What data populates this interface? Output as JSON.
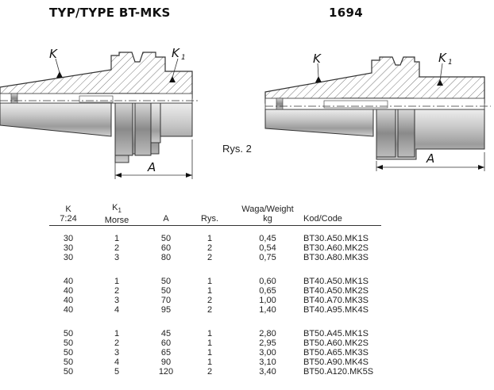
{
  "header": {
    "type_label": "TYP/TYPE  BT-MKS",
    "catalog_number": "1694"
  },
  "figure": {
    "label_k": "K",
    "label_k1": "K",
    "label_k1_sub": "1",
    "label_a": "A",
    "caption": "Rys. 2"
  },
  "table": {
    "columns": {
      "k": "K",
      "k_sub": "7:24",
      "morse": "K",
      "morse_sub": "1",
      "morse_label": "Morse",
      "a": "A",
      "rys": "Rys.",
      "weight": "Waga/Weight",
      "weight_unit": "kg",
      "code": "Kod/Code"
    },
    "rows": [
      {
        "k": "30",
        "morse": "1",
        "a": "50",
        "rys": "1",
        "weight": "0,45",
        "code": "BT30.A50.MK1S"
      },
      {
        "k": "30",
        "morse": "2",
        "a": "60",
        "rys": "2",
        "weight": "0,54",
        "code": "BT30.A60.MK2S"
      },
      {
        "k": "30",
        "morse": "3",
        "a": "80",
        "rys": "2",
        "weight": "0,75",
        "code": "BT30.A80.MK3S"
      },
      {
        "k": "40",
        "morse": "1",
        "a": "50",
        "rys": "1",
        "weight": "0,60",
        "code": "BT40.A50.MK1S"
      },
      {
        "k": "40",
        "morse": "2",
        "a": "50",
        "rys": "1",
        "weight": "0,65",
        "code": "BT40.A50.MK2S"
      },
      {
        "k": "40",
        "morse": "3",
        "a": "70",
        "rys": "2",
        "weight": "1,00",
        "code": "BT40.A70.MK3S"
      },
      {
        "k": "40",
        "morse": "4",
        "a": "95",
        "rys": "2",
        "weight": "1,40",
        "code": "BT40.A95.MK4S"
      },
      {
        "k": "50",
        "morse": "1",
        "a": "45",
        "rys": "1",
        "weight": "2,80",
        "code": "BT50.A45.MK1S"
      },
      {
        "k": "50",
        "morse": "2",
        "a": "60",
        "rys": "1",
        "weight": "2,95",
        "code": "BT50.A60.MK2S"
      },
      {
        "k": "50",
        "morse": "3",
        "a": "65",
        "rys": "1",
        "weight": "3,00",
        "code": "BT50.A65.MK3S"
      },
      {
        "k": "50",
        "morse": "4",
        "a": "90",
        "rys": "1",
        "weight": "3,10",
        "code": "BT50.A90.MK4S"
      },
      {
        "k": "50",
        "morse": "5",
        "a": "120",
        "rys": "2",
        "weight": "3,40",
        "code": "BT50.A120.MK5S"
      }
    ]
  }
}
